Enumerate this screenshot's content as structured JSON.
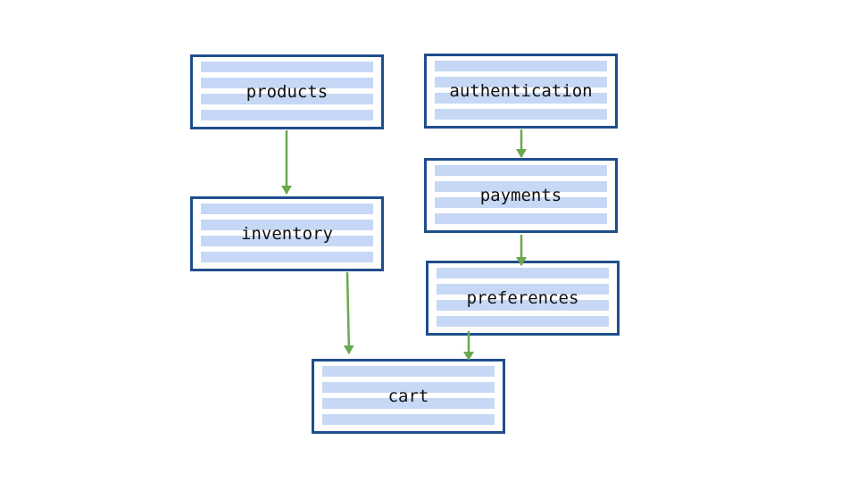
{
  "diagram": {
    "edge_color": "#6aa84f",
    "node_border_color": "#1f4e8c",
    "node_stripe_color": "#c6d8f5",
    "nodes": {
      "products": {
        "label": "products"
      },
      "inventory": {
        "label": "inventory"
      },
      "authentication": {
        "label": "authentication"
      },
      "payments": {
        "label": "payments"
      },
      "preferences": {
        "label": "preferences"
      },
      "cart": {
        "label": "cart"
      }
    },
    "edges": [
      {
        "from": "products",
        "to": "inventory"
      },
      {
        "from": "inventory",
        "to": "cart"
      },
      {
        "from": "authentication",
        "to": "payments"
      },
      {
        "from": "payments",
        "to": "preferences"
      },
      {
        "from": "preferences",
        "to": "cart"
      }
    ]
  }
}
